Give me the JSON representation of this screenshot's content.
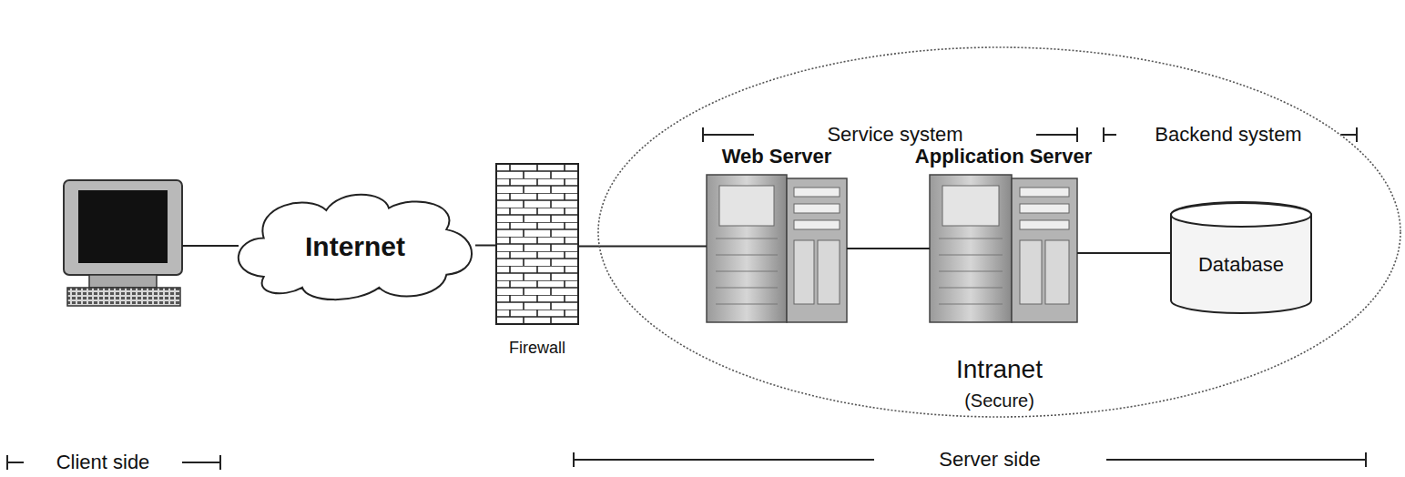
{
  "diagram": {
    "nodes": [
      {
        "text": [
          "Internet"
        ]
      },
      {
        "text": [
          "Firewall"
        ]
      },
      {
        "text": [
          "Intranet",
          "(Secure)"
        ]
      },
      {
        "text": [
          "Web Server"
        ],
        "in": 2
      },
      {
        "text": [
          "Application Server"
        ],
        "in": 2
      },
      {
        "text": [
          "Database"
        ],
        "in": 2
      }
    ],
    "edges": [
      {
        "from": 0,
        "to": 1,
        "arrow": "none"
      },
      {
        "from": 1,
        "to": 3,
        "arrow": "none"
      },
      {
        "from": 3,
        "to": 4,
        "arrow": "none"
      },
      {
        "from": 4,
        "to": 5,
        "arrow": "none"
      }
    ],
    "labels": [
      "Service system",
      "Backend system",
      "Client side",
      "Server side"
    ]
  }
}
